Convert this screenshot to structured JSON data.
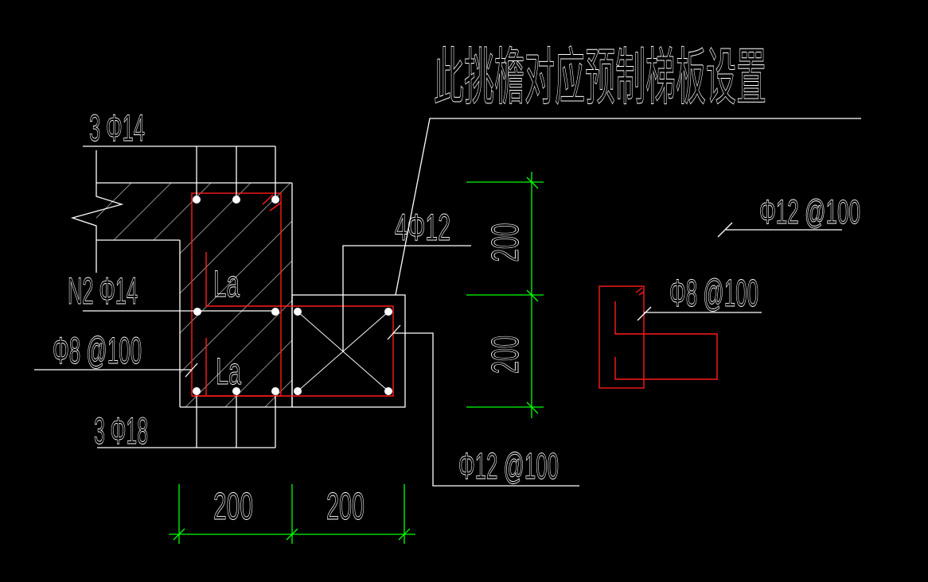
{
  "drawing": {
    "title": "此挑檐对应预制梯板设置",
    "column_section": {
      "top_rebar": "3 Φ14",
      "middle_rebar": "N2 Φ14",
      "stirrup": "Φ8 @100",
      "bottom_rebar": "3 Φ18",
      "anchorage_upper": "La",
      "anchorage_lower": "La"
    },
    "beam_section": {
      "corner_rebar": "4Φ12",
      "stirrup": "Φ12 @100"
    },
    "dimensions": {
      "horizontal": [
        "200",
        "200"
      ],
      "vertical": [
        "200",
        "200"
      ]
    },
    "detail": {
      "top_rebar": "Φ12 @100",
      "stirrup": "Φ8 @100"
    }
  },
  "colors": {
    "background": "#000000",
    "outline": "#ffffff",
    "rebar": "#ff0000",
    "dimension": "#00ff00",
    "hatch": "#808080"
  }
}
